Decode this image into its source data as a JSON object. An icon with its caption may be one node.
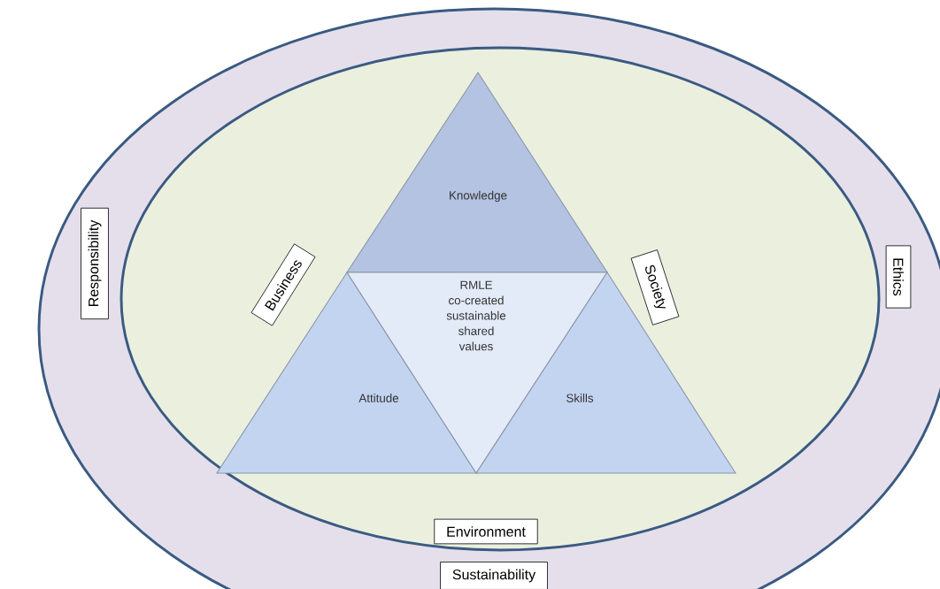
{
  "diagram": {
    "nodes": [
      {
        "text": [],
        "shape": "circle"
      },
      {
        "text": [
          "Responsibility"
        ],
        "in": 0
      },
      {
        "text": [
          "Ethics"
        ],
        "in": 0
      },
      {
        "text": [
          "Sustainability"
        ],
        "in": 0
      },
      {
        "text": [],
        "shape": "circle",
        "in": 0
      },
      {
        "text": [
          "Business"
        ],
        "in": 4
      },
      {
        "text": [
          "Society"
        ],
        "in": 4
      },
      {
        "text": [
          "Environment"
        ],
        "in": 4
      },
      {
        "text": [
          "Knowledge"
        ],
        "in": 4
      },
      {
        "text": [
          "Attitude"
        ],
        "in": 4
      },
      {
        "text": [
          "RMLE co-created sustainable shared values"
        ],
        "in": 4
      },
      {
        "text": [
          "Skills"
        ],
        "in": 4
      }
    ]
  }
}
